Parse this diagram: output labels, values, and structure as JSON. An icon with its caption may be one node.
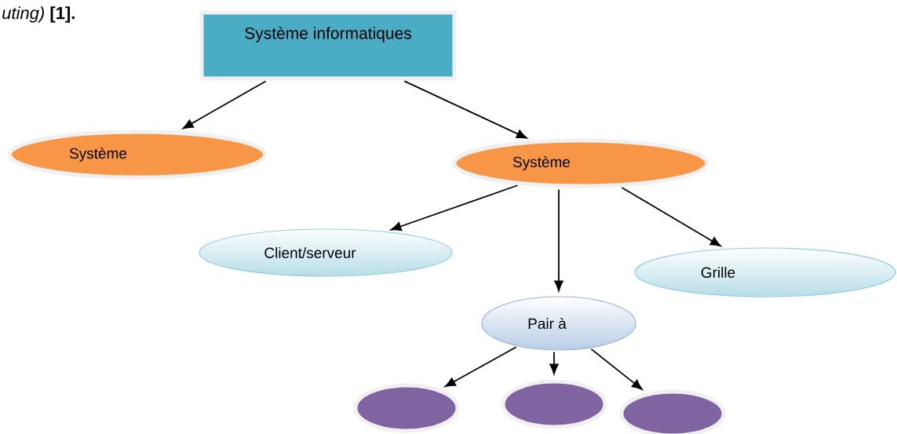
{
  "diagram": {
    "nodes": [
      {
        "text": [
          "Système informatiques"
        ]
      },
      {
        "text": [
          "Système"
        ]
      },
      {
        "text": [
          "Système"
        ]
      },
      {
        "text": [
          "Client/serveur"
        ]
      },
      {
        "text": [
          "Grille"
        ]
      },
      {
        "text": [
          "Pair à"
        ]
      },
      {
        "text": [],
        "shape": "ellipse"
      },
      {
        "text": [],
        "shape": "ellipse"
      },
      {
        "text": [],
        "shape": "ellipse"
      }
    ],
    "edges": [
      {
        "from": 0,
        "to": 1,
        "arrow": "to"
      },
      {
        "from": 0,
        "to": 2,
        "arrow": "to"
      },
      {
        "from": 2,
        "to": 3,
        "arrow": "to"
      },
      {
        "from": 2,
        "to": 5,
        "arrow": "to"
      },
      {
        "from": 2,
        "to": 4,
        "arrow": "to"
      },
      {
        "from": 5,
        "to": 6,
        "arrow": "to"
      },
      {
        "from": 5,
        "to": 7,
        "arrow": "to"
      },
      {
        "from": 5,
        "to": 8,
        "arrow": "to"
      }
    ],
    "labels": [
      "*uting)* **[1].**"
    ]
  }
}
